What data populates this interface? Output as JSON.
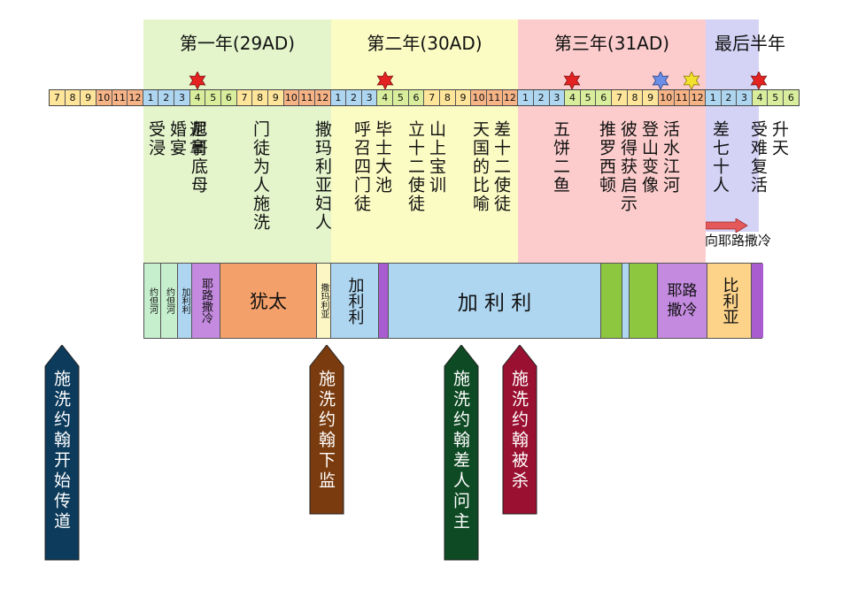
{
  "years": [
    {
      "label": "第一年(29AD)",
      "color": "#e4f5cc"
    },
    {
      "label": "第二年(30AD)",
      "color": "#fbfbc4"
    },
    {
      "label": "第三年(31AD)",
      "color": "#fccccc"
    },
    {
      "label": "最后半年",
      "color": "#d4d2f5"
    }
  ],
  "months": [
    {
      "n": "7",
      "color": "#ffe59a"
    },
    {
      "n": "8",
      "color": "#ffe59a"
    },
    {
      "n": "9",
      "color": "#ffe59a"
    },
    {
      "n": "10",
      "color": "#f6b386"
    },
    {
      "n": "11",
      "color": "#f6b386"
    },
    {
      "n": "12",
      "color": "#f6b386"
    },
    {
      "n": "1",
      "color": "#aed6f1"
    },
    {
      "n": "2",
      "color": "#aed6f1"
    },
    {
      "n": "3",
      "color": "#aed6f1"
    },
    {
      "n": "4",
      "color": "#d8ee9c"
    },
    {
      "n": "5",
      "color": "#d8ee9c"
    },
    {
      "n": "6",
      "color": "#d8ee9c"
    },
    {
      "n": "7",
      "color": "#ffe59a"
    },
    {
      "n": "8",
      "color": "#ffe59a"
    },
    {
      "n": "9",
      "color": "#ffe59a"
    },
    {
      "n": "10",
      "color": "#f6b386"
    },
    {
      "n": "11",
      "color": "#f6b386"
    },
    {
      "n": "12",
      "color": "#f6b386"
    },
    {
      "n": "1",
      "color": "#aed6f1"
    },
    {
      "n": "2",
      "color": "#aed6f1"
    },
    {
      "n": "3",
      "color": "#aed6f1"
    },
    {
      "n": "4",
      "color": "#d8ee9c"
    },
    {
      "n": "5",
      "color": "#d8ee9c"
    },
    {
      "n": "6",
      "color": "#d8ee9c"
    },
    {
      "n": "7",
      "color": "#ffe59a"
    },
    {
      "n": "8",
      "color": "#ffe59a"
    },
    {
      "n": "9",
      "color": "#ffe59a"
    },
    {
      "n": "10",
      "color": "#f6b386"
    },
    {
      "n": "11",
      "color": "#f6b386"
    },
    {
      "n": "12",
      "color": "#f6b386"
    },
    {
      "n": "1",
      "color": "#aed6f1"
    },
    {
      "n": "2",
      "color": "#aed6f1"
    },
    {
      "n": "3",
      "color": "#aed6f1"
    },
    {
      "n": "4",
      "color": "#d8ee9c"
    },
    {
      "n": "5",
      "color": "#d8ee9c"
    },
    {
      "n": "6",
      "color": "#d8ee9c"
    },
    {
      "n": "7",
      "color": "#ffe59a"
    },
    {
      "n": "8",
      "color": "#ffe59a"
    },
    {
      "n": "9",
      "color": "#ffe59a"
    },
    {
      "n": "10",
      "color": "#f6b386"
    },
    {
      "n": "11",
      "color": "#f6b386"
    },
    {
      "n": "12",
      "color": "#f6b386"
    },
    {
      "n": "1",
      "color": "#aed6f1"
    },
    {
      "n": "2",
      "color": "#aed6f1"
    },
    {
      "n": "3",
      "color": "#aed6f1"
    },
    {
      "n": "4",
      "color": "#d8ee9c"
    },
    {
      "n": "5",
      "color": "#d8ee9c"
    },
    {
      "n": "6",
      "color": "#d8ee9c"
    }
  ],
  "stars": [
    {
      "color": "#e52222"
    },
    {
      "color": "#e52222"
    },
    {
      "color": "#e52222"
    },
    {
      "color": "#6b8ee6"
    },
    {
      "color": "#f2e22b"
    },
    {
      "color": "#e52222"
    }
  ],
  "events": [
    "受浸",
    "迦拿婚宴",
    "尼哥底母",
    "门徒为人施洗",
    "撒玛利亚妇人",
    "呼召四门徒",
    "毕士大池",
    "立十二使徒",
    "山上宝训",
    "天国的比喻",
    "差十二使徒",
    "五饼二鱼",
    "推罗西顿",
    "彼得获启示",
    "登山变像",
    "活水江河",
    "差七十人",
    "受难复活",
    "升天"
  ],
  "jerusalem_label": "向耶路撒冷",
  "regions": [
    {
      "label": "约但河",
      "color": "#c6efce"
    },
    {
      "label": "约但河",
      "color": "#c6efce"
    },
    {
      "label": "加利利",
      "color": "#aed6f1"
    },
    {
      "label": "耶路撒冷",
      "color": "#c48ae0"
    },
    {
      "label": "犹太",
      "color": "#f4a06a"
    },
    {
      "label": "撒玛利亚",
      "color": "#fbf6c4"
    },
    {
      "label": "加利利",
      "color": "#aed6f1"
    },
    {
      "label": "",
      "color": "#a85cd0"
    },
    {
      "label": "加 利 利",
      "color": "#aed6f1"
    },
    {
      "label": "",
      "color": "#8dc63f"
    },
    {
      "label": "",
      "color": "#aed6f1"
    },
    {
      "label": "",
      "color": "#8dc63f"
    },
    {
      "label": "耶路撒冷",
      "color": "#c48ae0"
    },
    {
      "label": "比利亚",
      "color": "#fdd38a"
    },
    {
      "label": "",
      "color": "#a85cd0"
    }
  ],
  "arrows": [
    {
      "label": "施洗约翰开始传道",
      "color": "#0d3b5c"
    },
    {
      "label": "施洗约翰下监",
      "color": "#7a3b0e"
    },
    {
      "label": "施洗约翰差人问主",
      "color": "#0e4a23"
    },
    {
      "label": "施洗约翰被杀",
      "color": "#9a1030"
    }
  ]
}
